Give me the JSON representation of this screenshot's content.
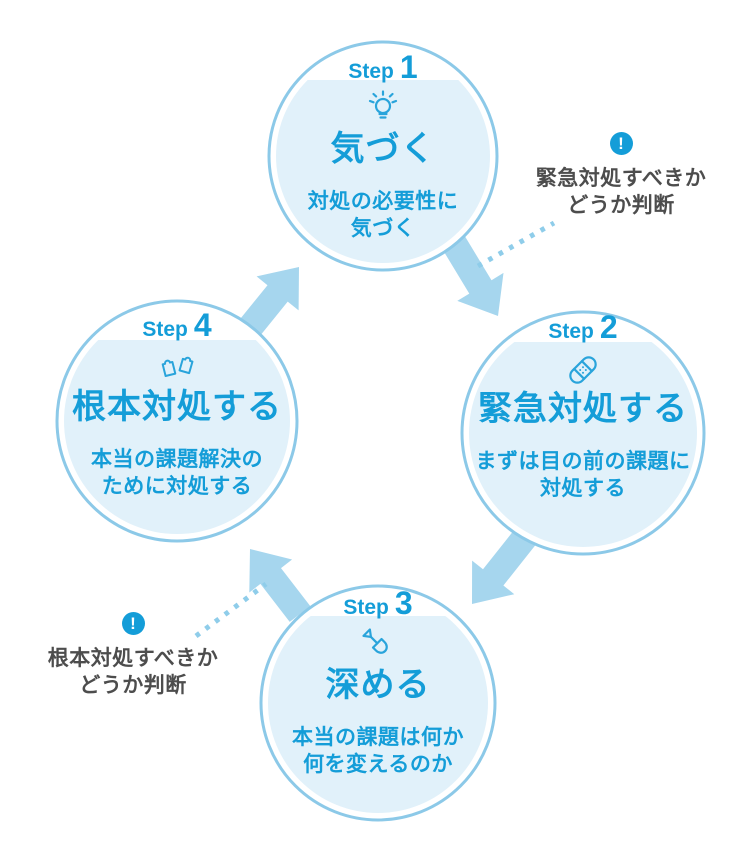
{
  "diagram": {
    "steps": [
      {
        "label": "Step",
        "number": "1",
        "icon": "lightbulb-icon",
        "title": "気づく",
        "desc_line1": "対処の必要性に",
        "desc_line2": "気づく"
      },
      {
        "label": "Step",
        "number": "2",
        "icon": "bandage-icon",
        "title": "緊急対処する",
        "desc_line1": "まずは目の前の課題に",
        "desc_line2": "対処する"
      },
      {
        "label": "Step",
        "number": "3",
        "icon": "shovel-icon",
        "title": "深める",
        "desc_line1": "本当の課題は何か",
        "desc_line2": "何を変えるのか"
      },
      {
        "label": "Step",
        "number": "4",
        "icon": "puzzle-icon",
        "title": "根本対処する",
        "desc_line1": "本当の課題解決の",
        "desc_line2": "ために対処する"
      }
    ],
    "annotations": [
      {
        "icon_glyph": "!",
        "line1": "緊急対処すべきか",
        "line2": "どうか判断"
      },
      {
        "icon_glyph": "!",
        "line1": "根本対処すべきか",
        "line2": "どうか判断"
      }
    ],
    "colors": {
      "accent_blue": "#149dd8",
      "circle_border": "#8cc9e8",
      "circle_fill": "#e1f1fa",
      "arrow_fill": "#a6d6ee",
      "dotted_line": "#8fcdea",
      "annotation_text": "#4d4d4d",
      "alert_badge": "#149dd8"
    }
  }
}
